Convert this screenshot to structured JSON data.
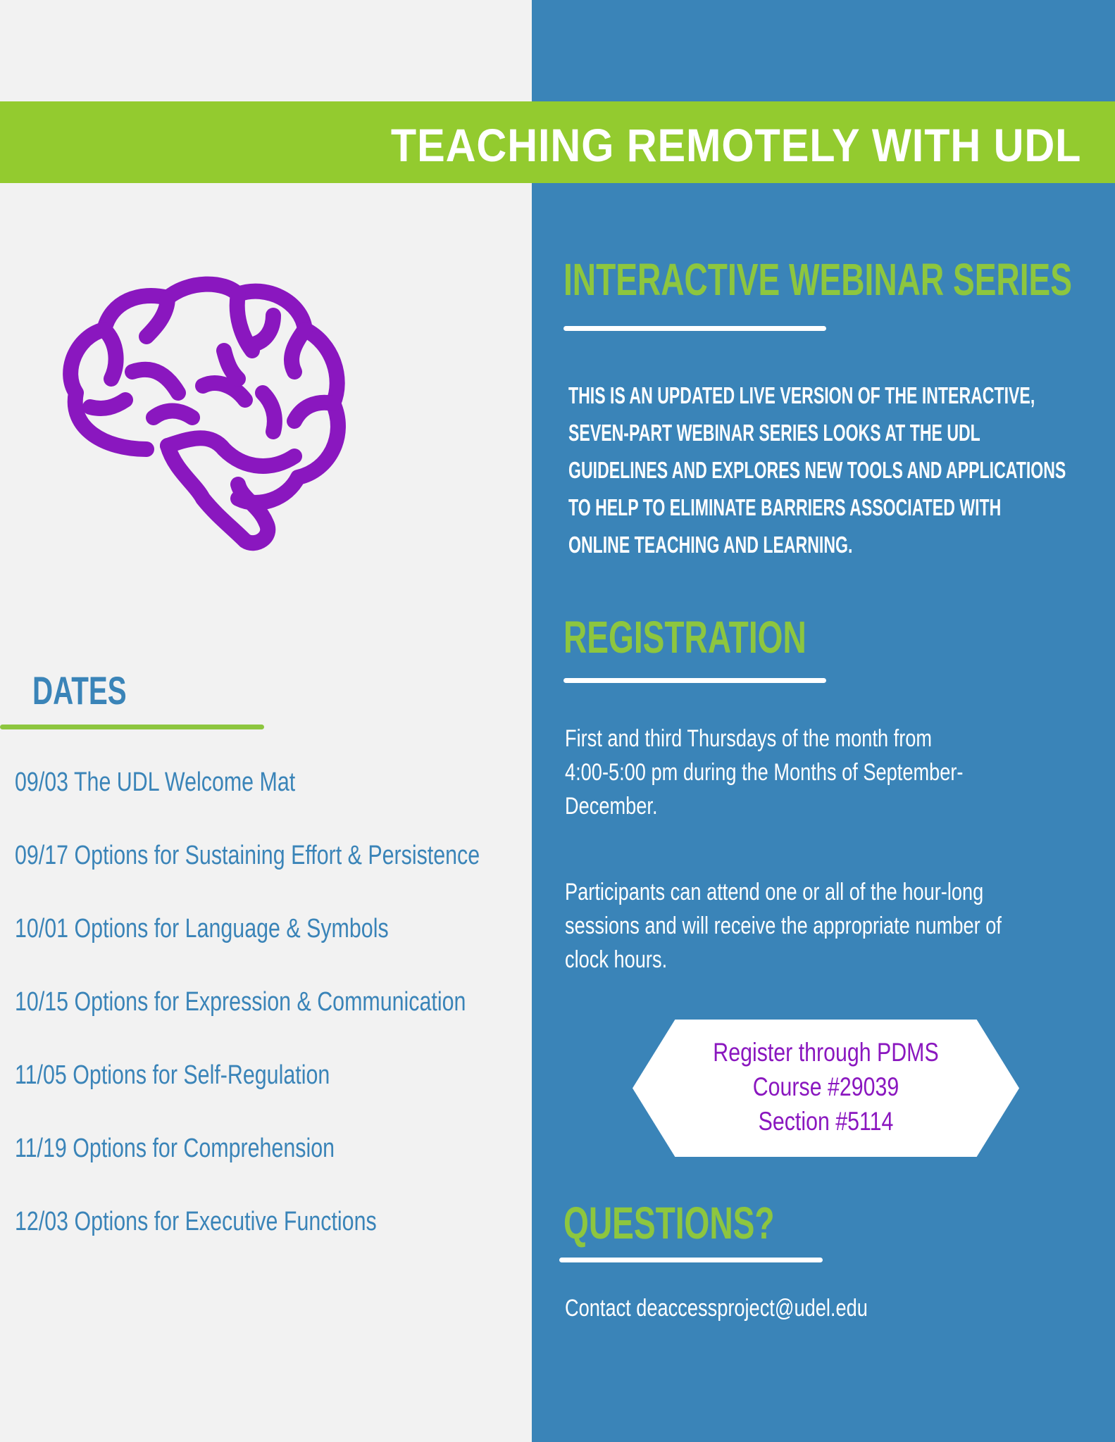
{
  "title": "TEACHING REMOTELY WITH UDL",
  "webinar": {
    "heading": "INTERACTIVE WEBINAR SERIES",
    "description_lines": [
      "This is an updated live version of the interactive,",
      "seven-part webinar series looks at the UDL",
      "guidelines and explores new tools and applications",
      "to help to eliminate barriers associated with",
      "online teaching and learning."
    ]
  },
  "registration": {
    "heading": "REGISTRATION",
    "schedule_lines": [
      "First and third Thursdays of the month from",
      "4:00-5:00 pm during the Months of September-",
      "December."
    ],
    "participants_lines": [
      "Participants can attend one or all of the hour-long",
      "sessions and will receive the appropriate number of",
      "clock hours."
    ],
    "register_box": [
      "Register through PDMS",
      "Course #29039",
      "Section #5114"
    ]
  },
  "questions": {
    "heading": "QUESTIONS?",
    "contact": "Contact deaccessproject@udel.edu"
  },
  "dates": {
    "heading": "DATES",
    "items": [
      "09/03 The UDL Welcome Mat",
      "09/17 Options for Sustaining Effort & Persistence",
      "10/01 Options for Language & Symbols",
      "10/15 Options for Expression & Communication",
      "11/05 Options for Self-Regulation",
      "11/19 Options for Comprehension",
      "12/03 Options for Executive Functions"
    ]
  },
  "colors": {
    "blue": "#3a84b8",
    "green": "#93cb2f",
    "purple": "#8a17bf",
    "light": "#f2f2f2"
  },
  "icons": [
    "brain-icon"
  ]
}
